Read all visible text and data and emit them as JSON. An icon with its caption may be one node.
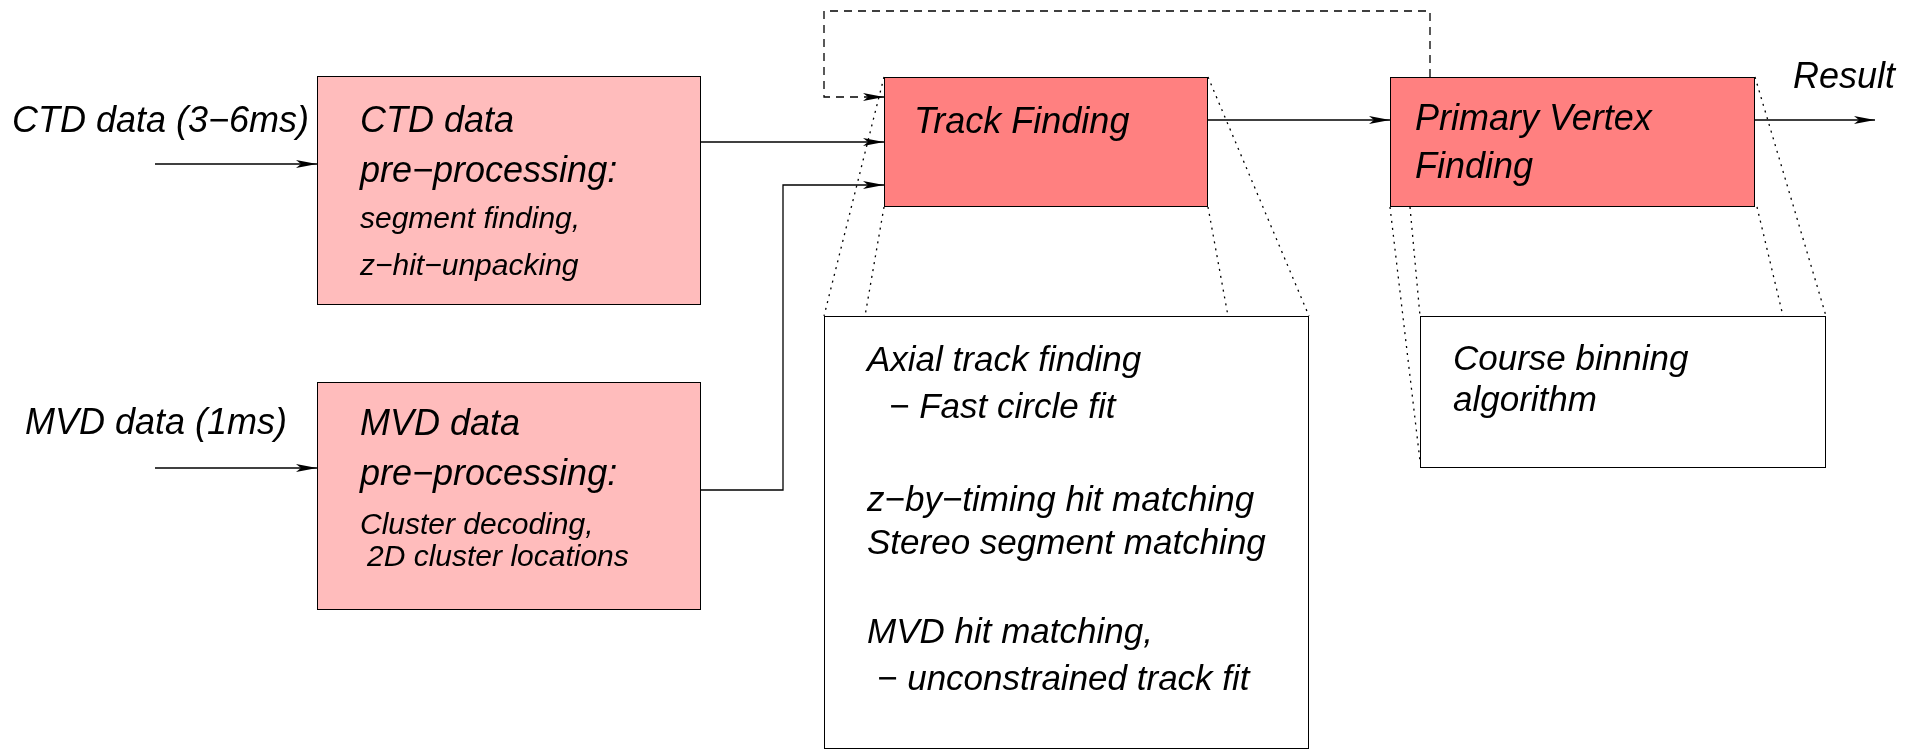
{
  "diagram": {
    "nodes": [
      {
        "text": [
          "CTD data pre−processing:",
          "segment finding,",
          "z−hit−unpacking"
        ]
      },
      {
        "text": [
          "MVD data pre−processing:",
          "Cluster decoding,",
          "2D cluster locations"
        ]
      },
      {
        "text": [
          "Track Finding"
        ]
      },
      {
        "text": [
          "Primary Vertex Finding"
        ]
      },
      {
        "text": [
          "Axial track finding",
          "− Fast circle fit",
          "z−by−timing hit matching",
          "Stereo segment matching",
          "MVD hit matching,",
          "− unconstrained track fit"
        ]
      },
      {
        "text": [
          "Course binning algorithm"
        ]
      }
    ],
    "edges": [
      {
        "from": null,
        "to": 0,
        "arrow": "to",
        "label": "CTD data (3−6ms)"
      },
      {
        "from": null,
        "to": 1,
        "arrow": "to",
        "label": "MVD data (1ms)"
      },
      {
        "from": 0,
        "to": 2,
        "arrow": "to"
      },
      {
        "from": 1,
        "to": 2,
        "arrow": "to"
      },
      {
        "from": 3,
        "to": 2,
        "arrow": "to",
        "style": "dashed"
      },
      {
        "from": 2,
        "to": 3,
        "arrow": "to"
      },
      {
        "from": 3,
        "to": null,
        "arrow": "to",
        "label": "Result"
      },
      {
        "from": 2,
        "to": 4,
        "arrow": "none",
        "style": "dashed"
      },
      {
        "from": 2,
        "to": 4,
        "arrow": "none",
        "style": "dashed"
      },
      {
        "from": 2,
        "to": 4,
        "arrow": "none",
        "style": "dashed"
      },
      {
        "from": 2,
        "to": 4,
        "arrow": "none",
        "style": "dashed"
      },
      {
        "from": 3,
        "to": 5,
        "arrow": "none",
        "style": "dashed"
      },
      {
        "from": 3,
        "to": 5,
        "arrow": "none",
        "style": "dashed"
      },
      {
        "from": 3,
        "to": 5,
        "arrow": "none",
        "style": "dashed"
      },
      {
        "from": 3,
        "to": 5,
        "arrow": "none",
        "style": "dashed"
      }
    ]
  }
}
